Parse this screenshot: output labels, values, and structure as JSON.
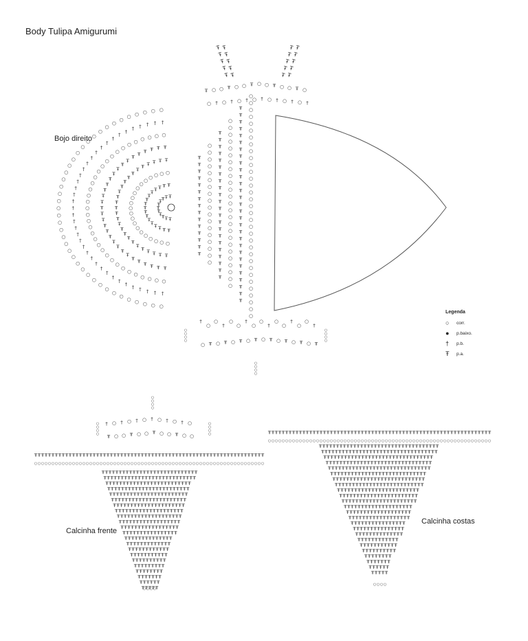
{
  "title": "Body Tulipa Amigurumi",
  "pieces": {
    "bojo_direito": "Bojo direito",
    "calcinha_frente": "Calcinha frente",
    "calcinha_costas": "Calcinha costas"
  },
  "legend": {
    "title": "Legenda",
    "items": [
      {
        "symbol": "○",
        "label": "corr."
      },
      {
        "symbol": "●",
        "label": "p.baixo."
      },
      {
        "symbol": "†",
        "label": "p.b."
      },
      {
        "symbol": "Ŧ",
        "label": "p.a."
      }
    ]
  },
  "symbols": {
    "chain": "○",
    "slip_stitch": "●",
    "single_crochet": "†",
    "double_crochet": "Ŧ"
  }
}
